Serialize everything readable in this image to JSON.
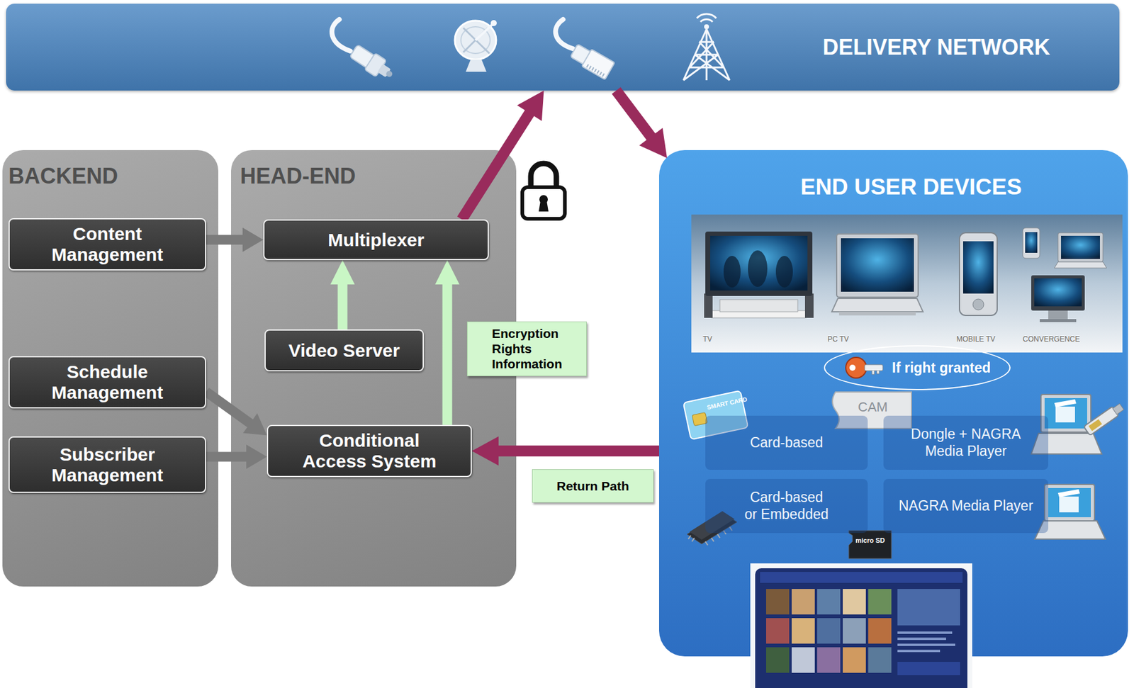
{
  "diagram": {
    "nodes": [
      {
        "text": [
          "DELIVERY NETWORK"
        ]
      },
      {
        "text": [
          "BACKEND"
        ]
      },
      {
        "text": [
          "Content Management"
        ],
        "in": 1
      },
      {
        "text": [
          "Schedule Management"
        ],
        "in": 1
      },
      {
        "text": [
          "Subscriber Management"
        ],
        "in": 1
      },
      {
        "text": [
          "HEAD-END"
        ]
      },
      {
        "text": [
          "Multiplexer"
        ],
        "in": 5
      },
      {
        "text": [
          "Video Server"
        ],
        "in": 5
      },
      {
        "text": [
          "Conditional Access System"
        ],
        "in": 5
      },
      {
        "text": [
          "END USER DEVICES"
        ]
      },
      {
        "text": [
          "If right granted"
        ],
        "in": 9
      },
      {
        "text": [
          "Card-based"
        ],
        "in": 9
      },
      {
        "text": [
          "Dongle + NAGRA Media Player"
        ],
        "in": 9
      },
      {
        "text": [
          "Card-based or Embedded"
        ],
        "in": 9
      },
      {
        "text": [
          "NAGRA Media Player"
        ],
        "in": 9
      }
    ],
    "edges": [
      {
        "from": 2,
        "to": 6,
        "arrow": "to"
      },
      {
        "from": 7,
        "to": 6,
        "arrow": "to"
      },
      {
        "from": 8,
        "to": 6,
        "arrow": "to",
        "label": "Encryption Rights Information"
      },
      {
        "from": 3,
        "to": 8,
        "arrow": "to"
      },
      {
        "from": 4,
        "to": 8,
        "arrow": "to"
      },
      {
        "from": 6,
        "to": 0,
        "arrow": "to"
      },
      {
        "from": 0,
        "to": 9,
        "arrow": "to"
      },
      {
        "from": 9,
        "to": 8,
        "arrow": "to",
        "label": "Return Path"
      }
    ],
    "labels": [
      "TV",
      "PC TV",
      "MOBILE TV",
      "CONVERGENCE",
      "SMART CARD",
      "CAM",
      "micro SD"
    ]
  }
}
